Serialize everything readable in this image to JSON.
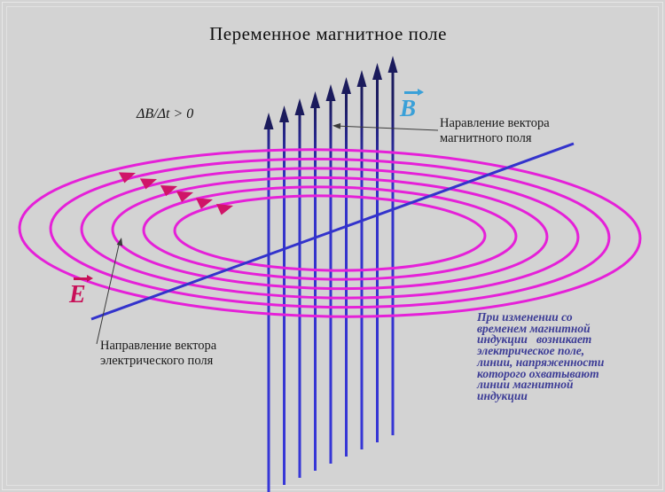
{
  "title": "Переменное магнитное поле",
  "formula": "ΔB/Δt > 0",
  "labels": {
    "b_vector": "B",
    "e_vector": "E",
    "magnetic_direction": {
      "line1": "Наравление вектора",
      "line2": "магнитного поля"
    },
    "electric_direction": {
      "line1": "Направление вектора",
      "line2": "электрического поля"
    },
    "description_lines": [
      "При изменении со",
      "временем магнитной",
      "индукции   возникает",
      "электрическое поле,",
      "линии, напряженности",
      "которого охватывают",
      "линии магнитной",
      "индукции"
    ]
  },
  "colors": {
    "background": "#d3d3d3",
    "b_field_line_top": "#1b1b5c",
    "b_field_line_bottom": "#3737d8",
    "e_field_ellipse": "#e520d8",
    "e_field_arrowhead": "#d01468",
    "diagonal_line": "#3333cc",
    "b_label": "#3aa0d8",
    "e_label": "#c81058",
    "description_text": "#3c3c96",
    "pointer_line": "#3a3a3a",
    "title_text": "#101010"
  }
}
